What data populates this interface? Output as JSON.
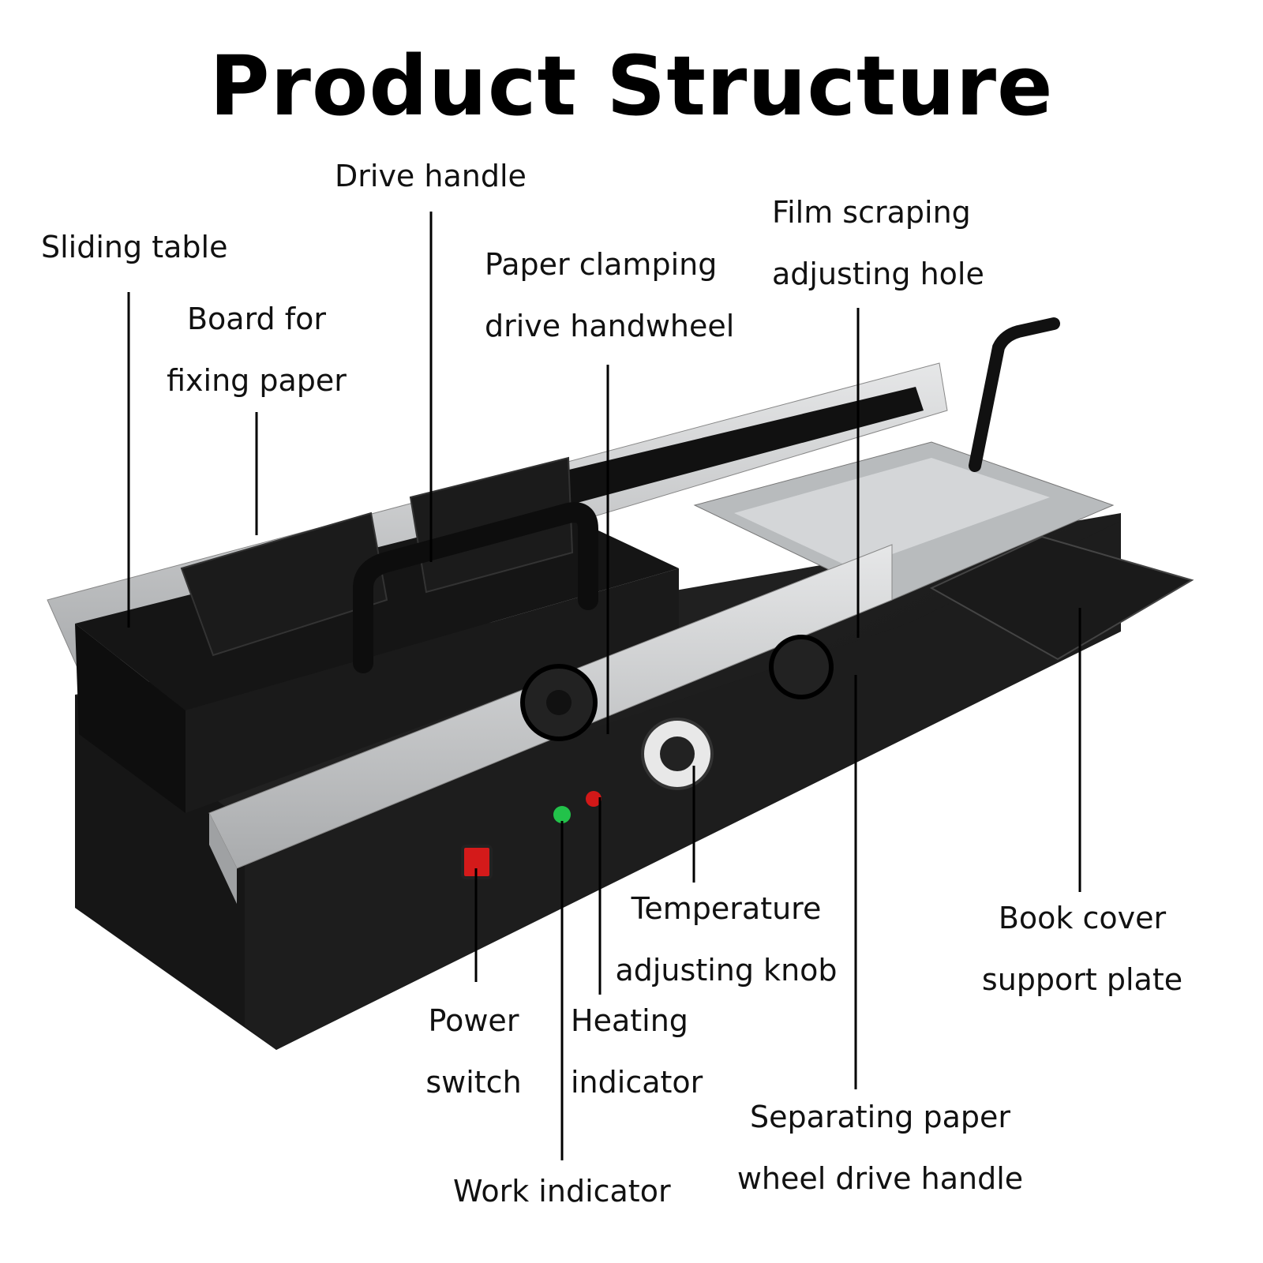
{
  "title": "Product Structure",
  "labels": {
    "sliding_table": [
      "Sliding table"
    ],
    "drive_handle": [
      "Drive handle"
    ],
    "board_fixing_paper": [
      "Board for",
      "fixing paper"
    ],
    "paper_clamping": [
      "Paper clamping",
      "drive handwheel"
    ],
    "film_scraping": [
      "Film scraping",
      "adjusting hole"
    ],
    "temperature_knob": [
      "Temperature",
      "adjusting knob"
    ],
    "book_cover_plate": [
      "Book cover",
      "support plate"
    ],
    "power_switch": [
      "Power",
      "switch"
    ],
    "heating_indicator": [
      "Heating",
      "indicator"
    ],
    "work_indicator": [
      "Work indicator"
    ],
    "separating_paper": [
      "Separating paper",
      "wheel drive handle"
    ]
  },
  "colors": {
    "body_black": "#1c1c1c",
    "silver": "#c9cacb",
    "power_red": "#d41a1a",
    "work_green": "#22c24a",
    "heat_red": "#d21818"
  }
}
